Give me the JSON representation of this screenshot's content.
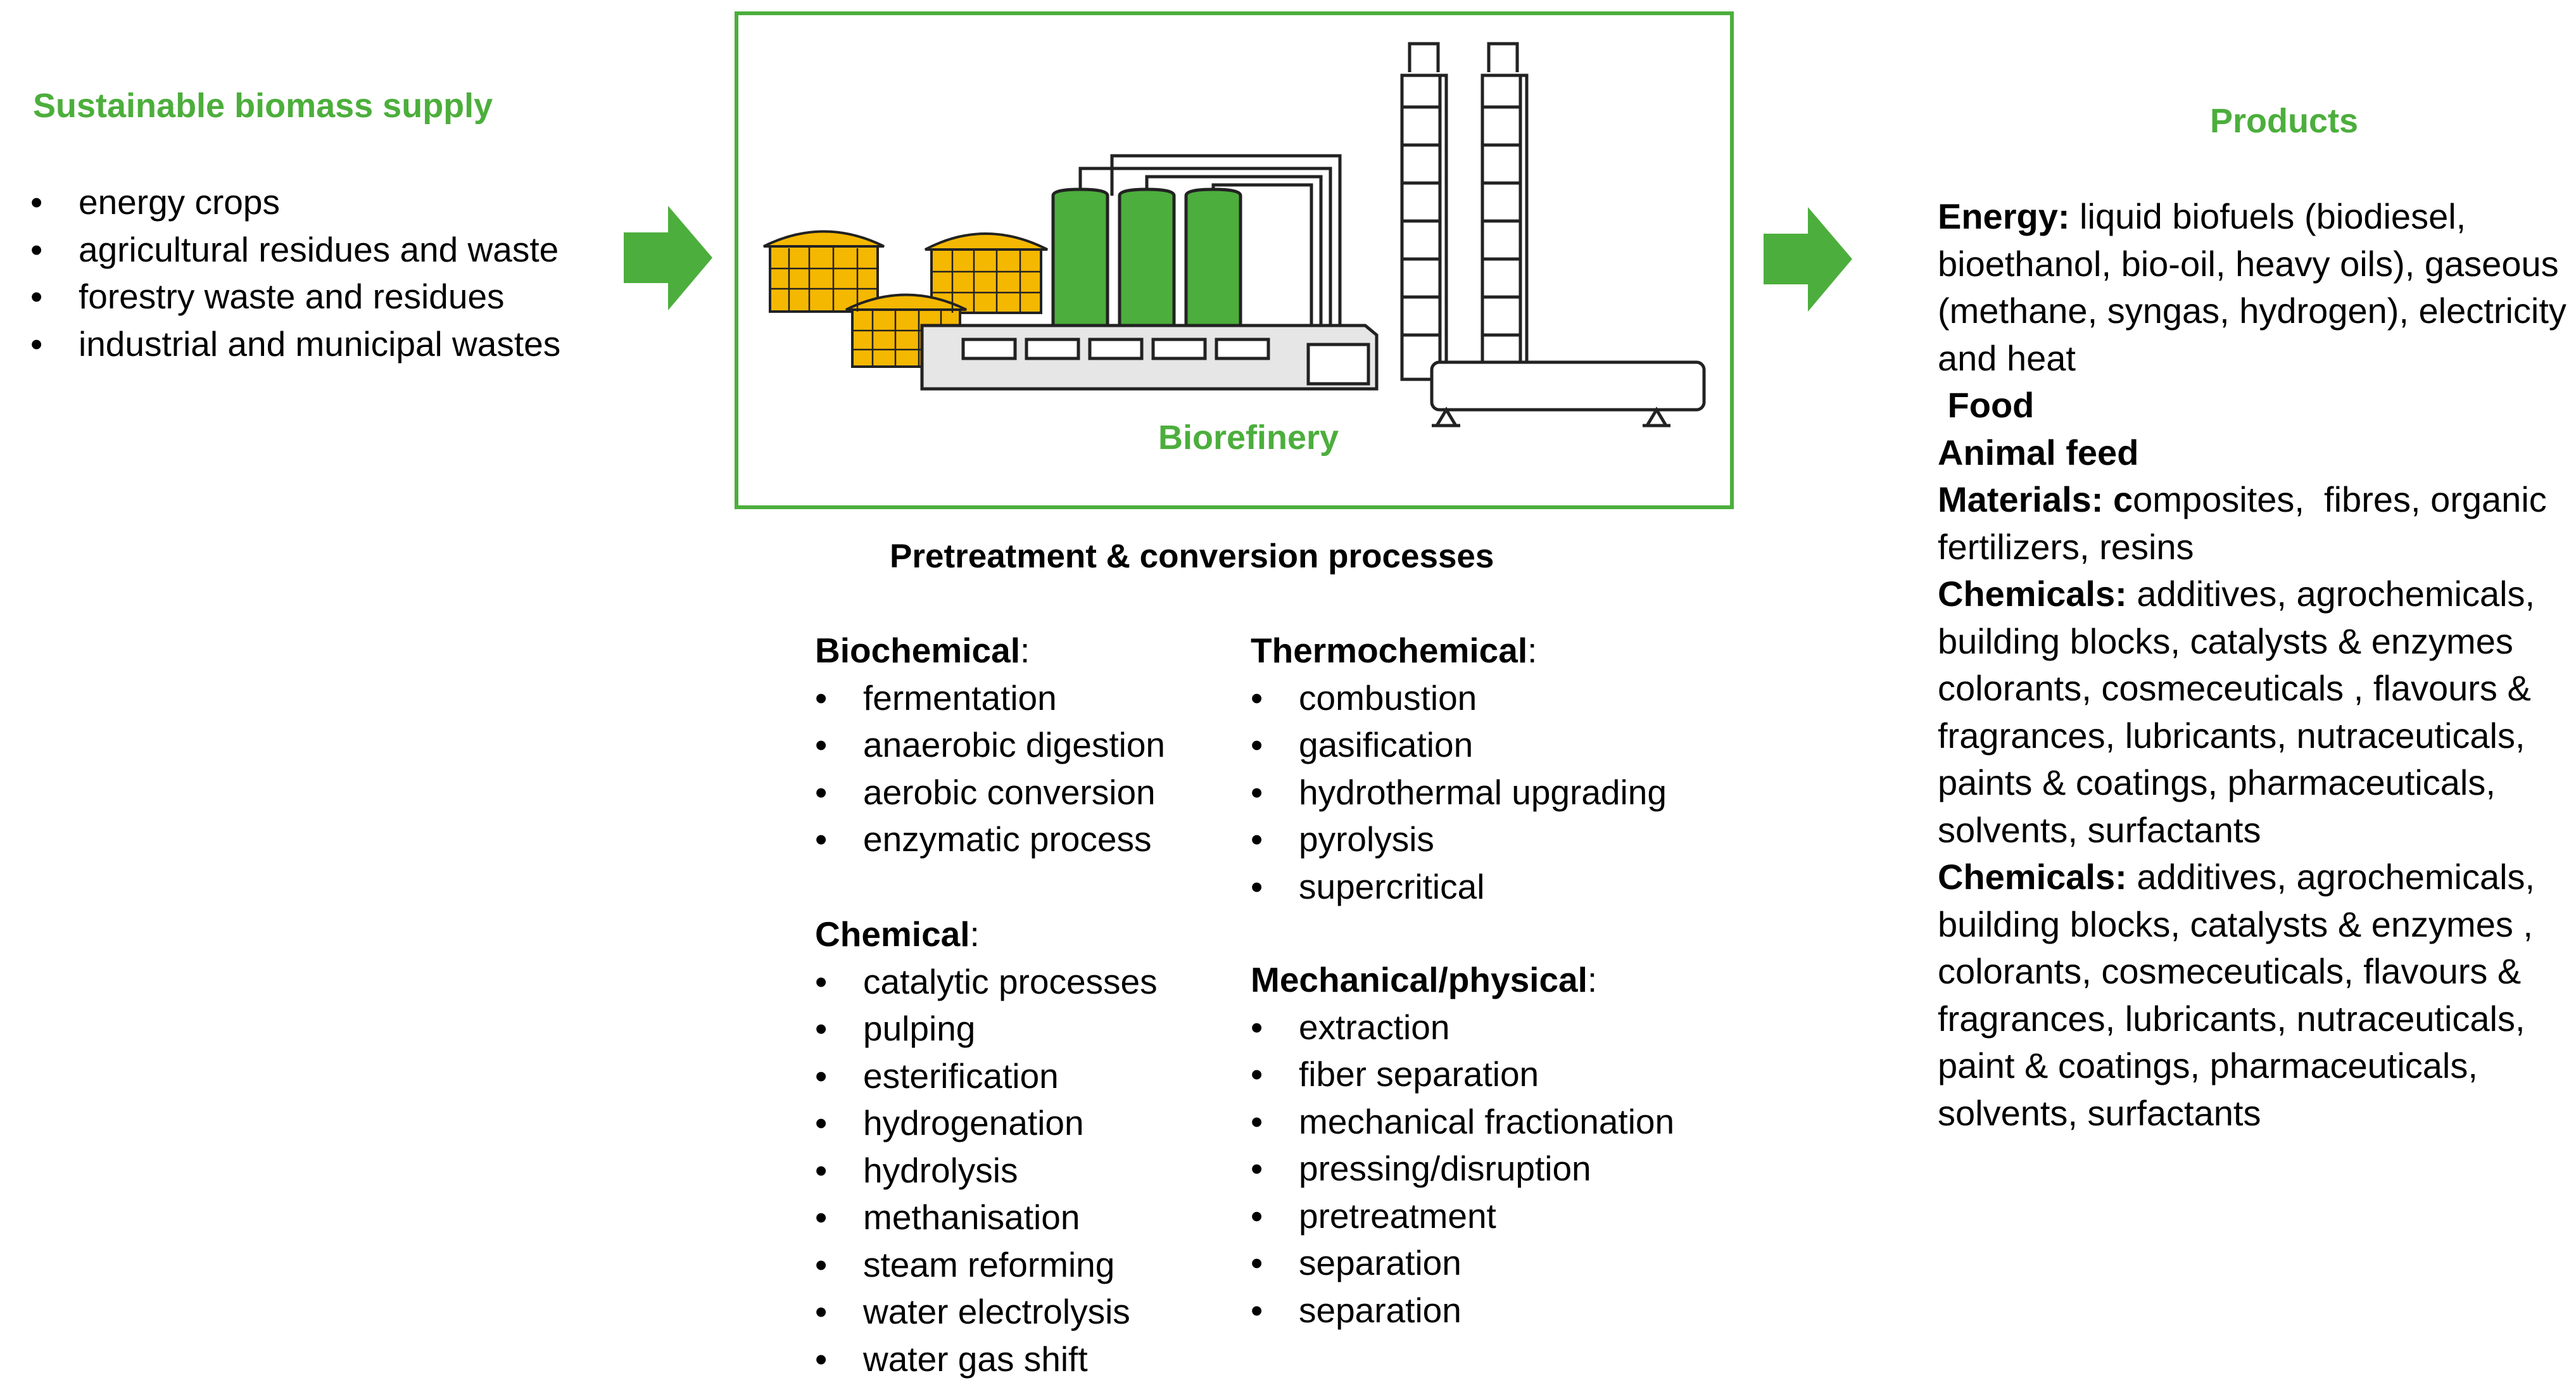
{
  "supply": {
    "title": "Sustainable biomass supply",
    "items": [
      {
        "label": "energy crops"
      },
      {
        "label": "agricultural residues and waste"
      },
      {
        "label": "forestry waste and residues"
      },
      {
        "label": "industrial and municipal wastes"
      }
    ]
  },
  "biorefinery": {
    "label": "Biorefinery",
    "colors": {
      "border": "#4cae3c",
      "tank": "#4cae3c",
      "dome": "#f5b800",
      "outline": "#222222",
      "building": "#e6e6e6"
    }
  },
  "processes": {
    "title": "Pretreatment & conversion processes",
    "categories": [
      {
        "name": "Biochemical",
        "suffix": ":",
        "items": [
          "fermentation",
          "anaerobic digestion",
          "aerobic conversion",
          "enzymatic process"
        ]
      },
      {
        "name": "Chemical",
        "suffix": ":",
        "items": [
          "catalytic processes",
          "pulping",
          "esterification",
          "hydrogenation",
          "hydrolysis",
          "methanisation",
          "steam reforming",
          "water electrolysis",
          "water gas shift"
        ]
      },
      {
        "name": "Thermochemical",
        "suffix": ":",
        "items": [
          "combustion",
          "gasification",
          "hydrothermal upgrading",
          "pyrolysis",
          "supercritical"
        ]
      },
      {
        "name": "Mechanical/physical",
        "suffix": ":",
        "items": [
          "extraction",
          "fiber separation",
          "mechanical fractionation",
          "pressing/disruption",
          "pretreatment",
          "separation",
          "separation"
        ]
      }
    ]
  },
  "products": {
    "title": "Products",
    "entries": [
      {
        "label": "Energy:",
        "text": " liquid biofuels (biodiesel, bioethanol, bio-oil, heavy oils), gaseous (methane, syngas, hydrogen), electricity and heat"
      },
      {
        "label": " Food",
        "text": ""
      },
      {
        "label": "Animal feed",
        "text": ""
      },
      {
        "label": "Materials: c",
        "text": "omposites,  fibres, organic fertilizers, resins"
      },
      {
        "label": "Chemicals:",
        "text": " additives, agrochemicals, building blocks, catalysts & enzymes colorants, cosmeceuticals , flavours & fragrances, lubricants, nutraceuticals, paints & coatings, pharmaceuticals, solvents, surfactants"
      },
      {
        "label": "Chemicals:",
        "text": " additives, agrochemicals, building blocks, catalysts & enzymes , colorants, cosmeceuticals, flavours & fragrances, lubricants, nutraceuticals, paint & coatings, pharmaceuticals, solvents, surfactants"
      }
    ]
  },
  "arrows": {
    "color": "#4cae3c"
  }
}
